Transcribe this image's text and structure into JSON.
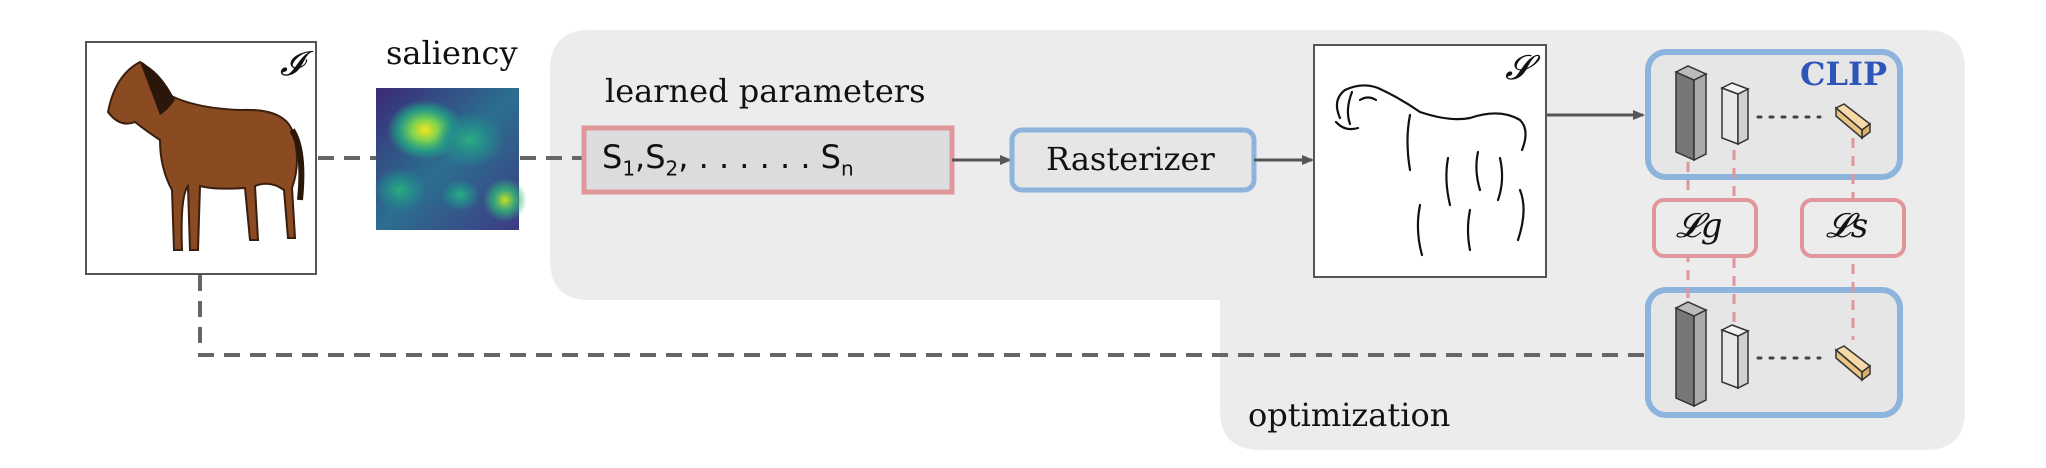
{
  "input_image_symbol": "𝓘",
  "saliency_label": "saliency",
  "learned_parameters_label": "learned parameters",
  "strokes": {
    "s1": "S",
    "s1_sub": "1",
    "s2": "S",
    "s2_sub": "2",
    "dots": ", . . . . . .",
    "sn": "S",
    "sn_sub": "n"
  },
  "rasterizer_label": "Rasterizer",
  "sketch_symbol": "𝓢",
  "clip_label": "CLIP",
  "loss_geometric": "𝓛g",
  "loss_semantic": "𝓛s",
  "optimization_label": "optimization",
  "colors": {
    "panel_bg": "#ececec",
    "pink_border": "#e0969a",
    "blue_border": "#8db4dd",
    "clip_text": "#2f55b9",
    "arrow": "#555555",
    "dashed": "#666666"
  }
}
